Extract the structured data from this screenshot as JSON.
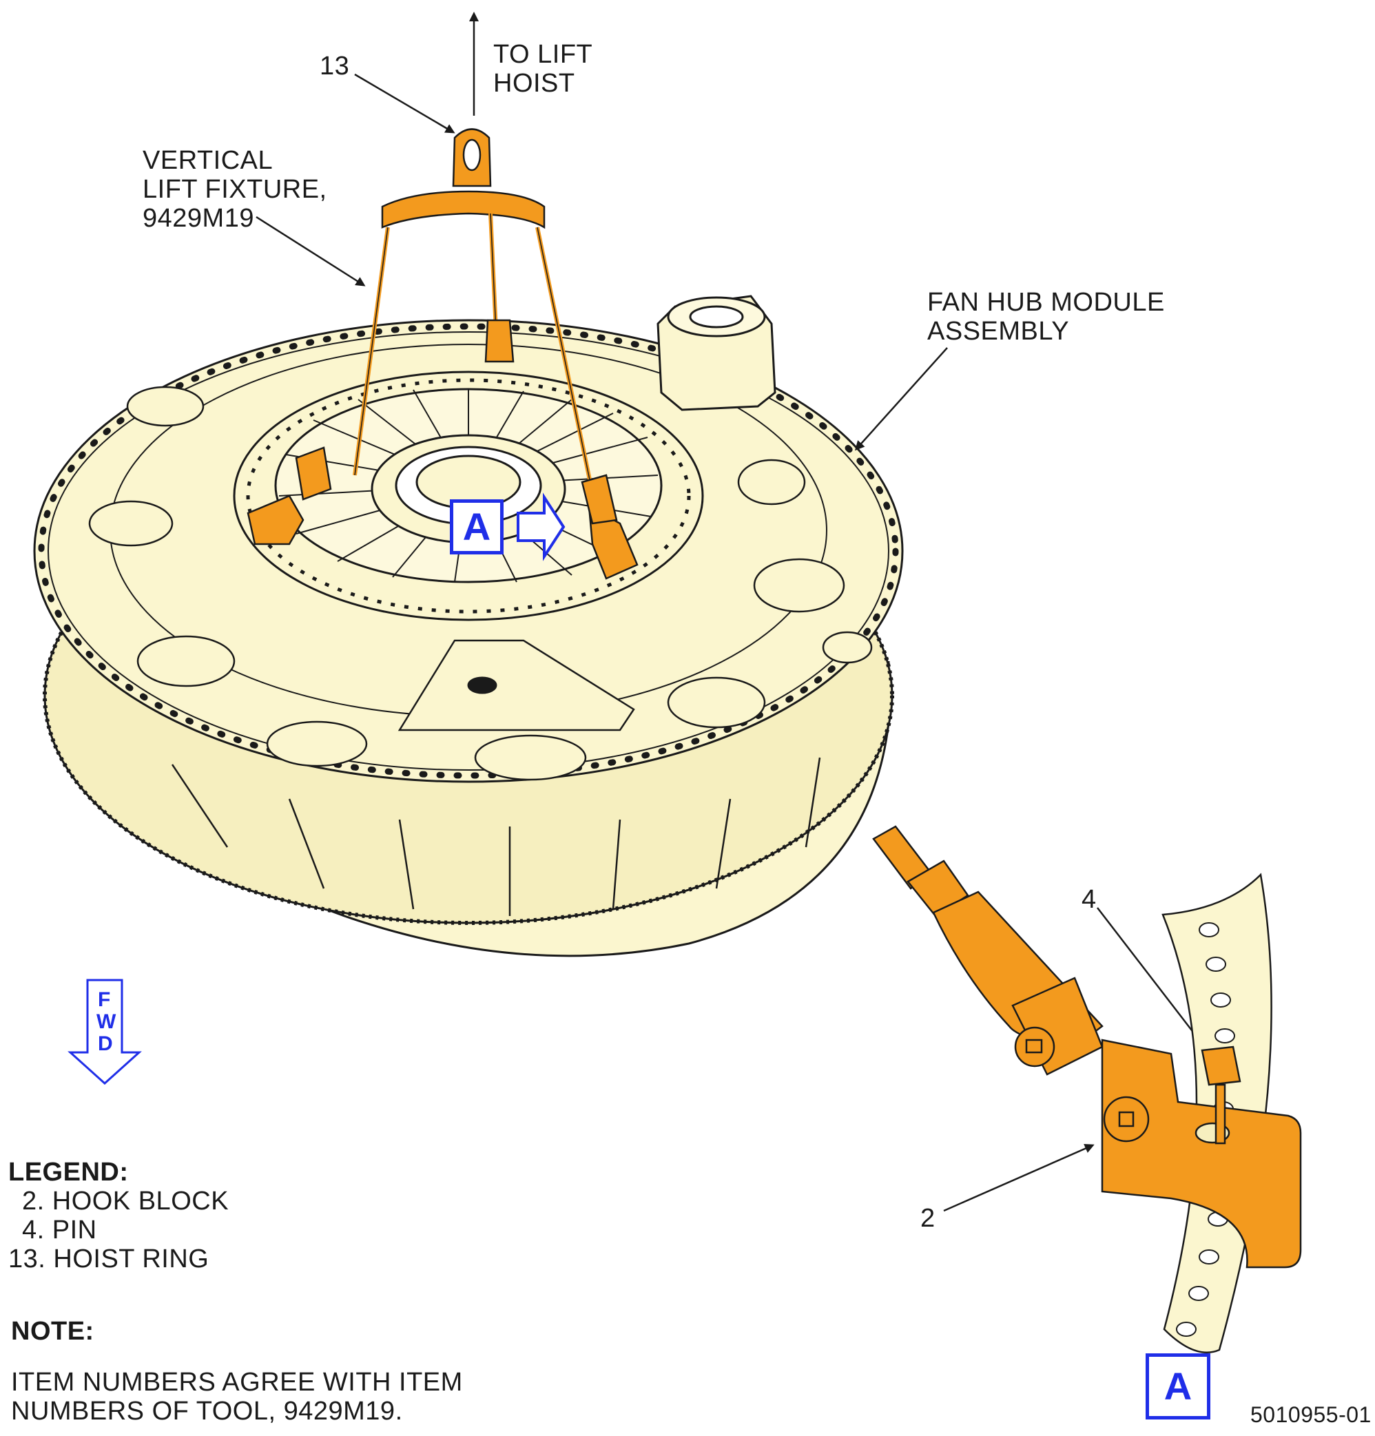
{
  "callouts": {
    "hoist_ring_number": "13",
    "to_lift_hoist_line1": "TO LIFT",
    "to_lift_hoist_line2": "HOIST",
    "vertical_lift_line1": "VERTICAL",
    "vertical_lift_line2": "LIFT FIXTURE,",
    "vertical_lift_line3": "9429M19",
    "fan_hub_line1": "FAN HUB MODULE",
    "fan_hub_line2": "ASSEMBLY",
    "pin_number": "4",
    "hook_block_number": "2"
  },
  "view_marker": {
    "label": "A",
    "detail_label": "A"
  },
  "fwd_indicator": {
    "letters": [
      "F",
      "W",
      "D"
    ]
  },
  "legend": {
    "title": "LEGEND:",
    "items": [
      "2. HOOK BLOCK",
      "4. PIN",
      "13. HOIST RING"
    ]
  },
  "note": {
    "title": "NOTE:",
    "line1": "ITEM NUMBERS AGREE WITH ITEM",
    "line2": "NUMBERS OF TOOL, 9429M19."
  },
  "figure_id": "5010955-01",
  "colors": {
    "hub_fill": "#fbf6cf",
    "tool_orange": "#f39a1e",
    "callout_blue": "#1f2ee8",
    "line": "#1a1a1a"
  }
}
